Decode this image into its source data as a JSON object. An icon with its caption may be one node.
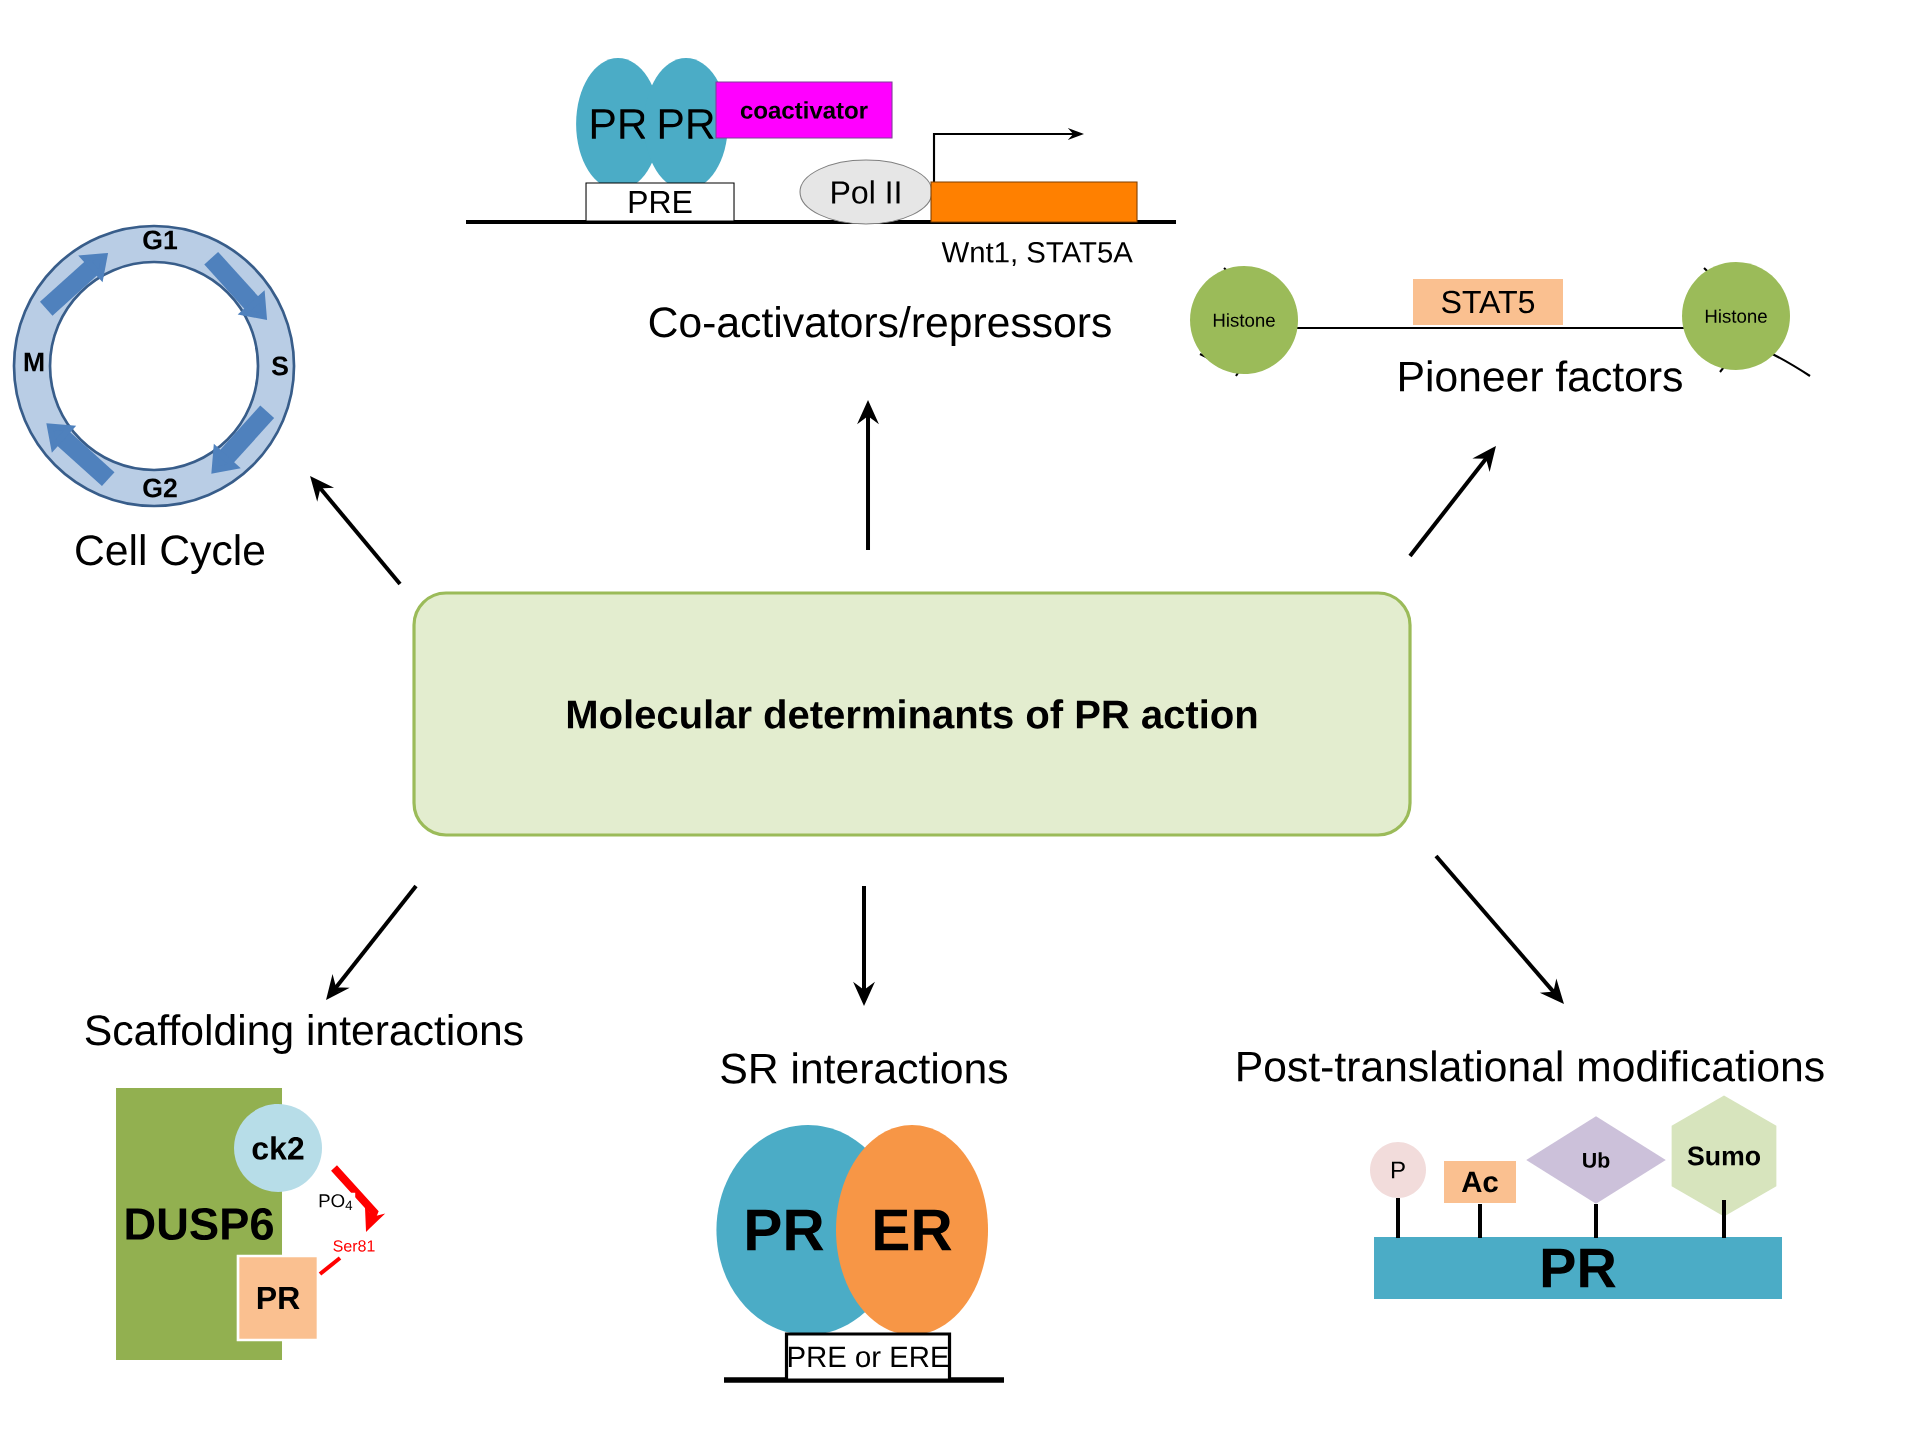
{
  "diagram": {
    "nodes": [
      {
        "text": [
          "PR"
        ]
      },
      {
        "text": [
          "PR"
        ]
      },
      {
        "text": [
          "coactivator"
        ]
      },
      {
        "text": [
          "PRE"
        ]
      },
      {
        "text": [
          "Pol II"
        ]
      },
      {
        "text": [],
        "shape": "box",
        "beside": [
          "Wnt1, STAT5A"
        ]
      },
      {
        "text": [
          "Co-activators/repressors"
        ]
      },
      {
        "text": [
          "Histone"
        ]
      },
      {
        "text": [
          "STAT5"
        ]
      },
      {
        "text": [
          "Histone"
        ]
      },
      {
        "text": [
          "Pioneer factors"
        ]
      },
      {
        "text": [
          "G1",
          "S",
          "G2",
          "M"
        ],
        "beside": [
          "Cell Cycle"
        ]
      },
      {
        "text": [
          "Molecular determinants of PR action"
        ]
      },
      {
        "text": [
          "Scaffolding interactions"
        ]
      },
      {
        "text": [
          "SR interactions"
        ]
      },
      {
        "text": [
          "Post-translational modifications"
        ]
      },
      {
        "text": [
          "DUSP6"
        ]
      },
      {
        "text": [
          "ck2"
        ]
      },
      {
        "text": [
          "Ser81"
        ]
      },
      {
        "text": [
          "PR"
        ]
      },
      {
        "text": [
          "PR"
        ]
      },
      {
        "text": [
          "ER"
        ]
      },
      {
        "text": [
          "PRE or ERE"
        ]
      },
      {
        "text": [
          "P"
        ]
      },
      {
        "text": [
          "Ac"
        ]
      },
      {
        "text": [
          "Ub"
        ]
      },
      {
        "text": [
          "Sumo"
        ]
      },
      {
        "text": [
          "PR"
        ]
      }
    ],
    "edges": [
      {
        "from": 12,
        "to": 11,
        "arrow": "to"
      },
      {
        "from": 12,
        "to": 6,
        "arrow": "to"
      },
      {
        "from": 12,
        "to": 10,
        "arrow": "to"
      },
      {
        "from": 12,
        "to": 13,
        "arrow": "to"
      },
      {
        "from": 12,
        "to": 14,
        "arrow": "to"
      },
      {
        "from": 12,
        "to": 15,
        "arrow": "to"
      },
      {
        "from": 17,
        "to": 18,
        "arrow": "to",
        "label": "PO$_{4}$",
        "style": "thick",
        "color": "#ff0000"
      },
      {
        "from": 18,
        "to": 19,
        "arrow": "none",
        "color": "#ff0000"
      },
      {
        "from": 23,
        "to": 27,
        "arrow": "none"
      },
      {
        "from": 24,
        "to": 27,
        "arrow": "none"
      },
      {
        "from": 25,
        "to": 27,
        "arrow": "none"
      },
      {
        "from": 26,
        "to": 27,
        "arrow": "none"
      }
    ]
  }
}
